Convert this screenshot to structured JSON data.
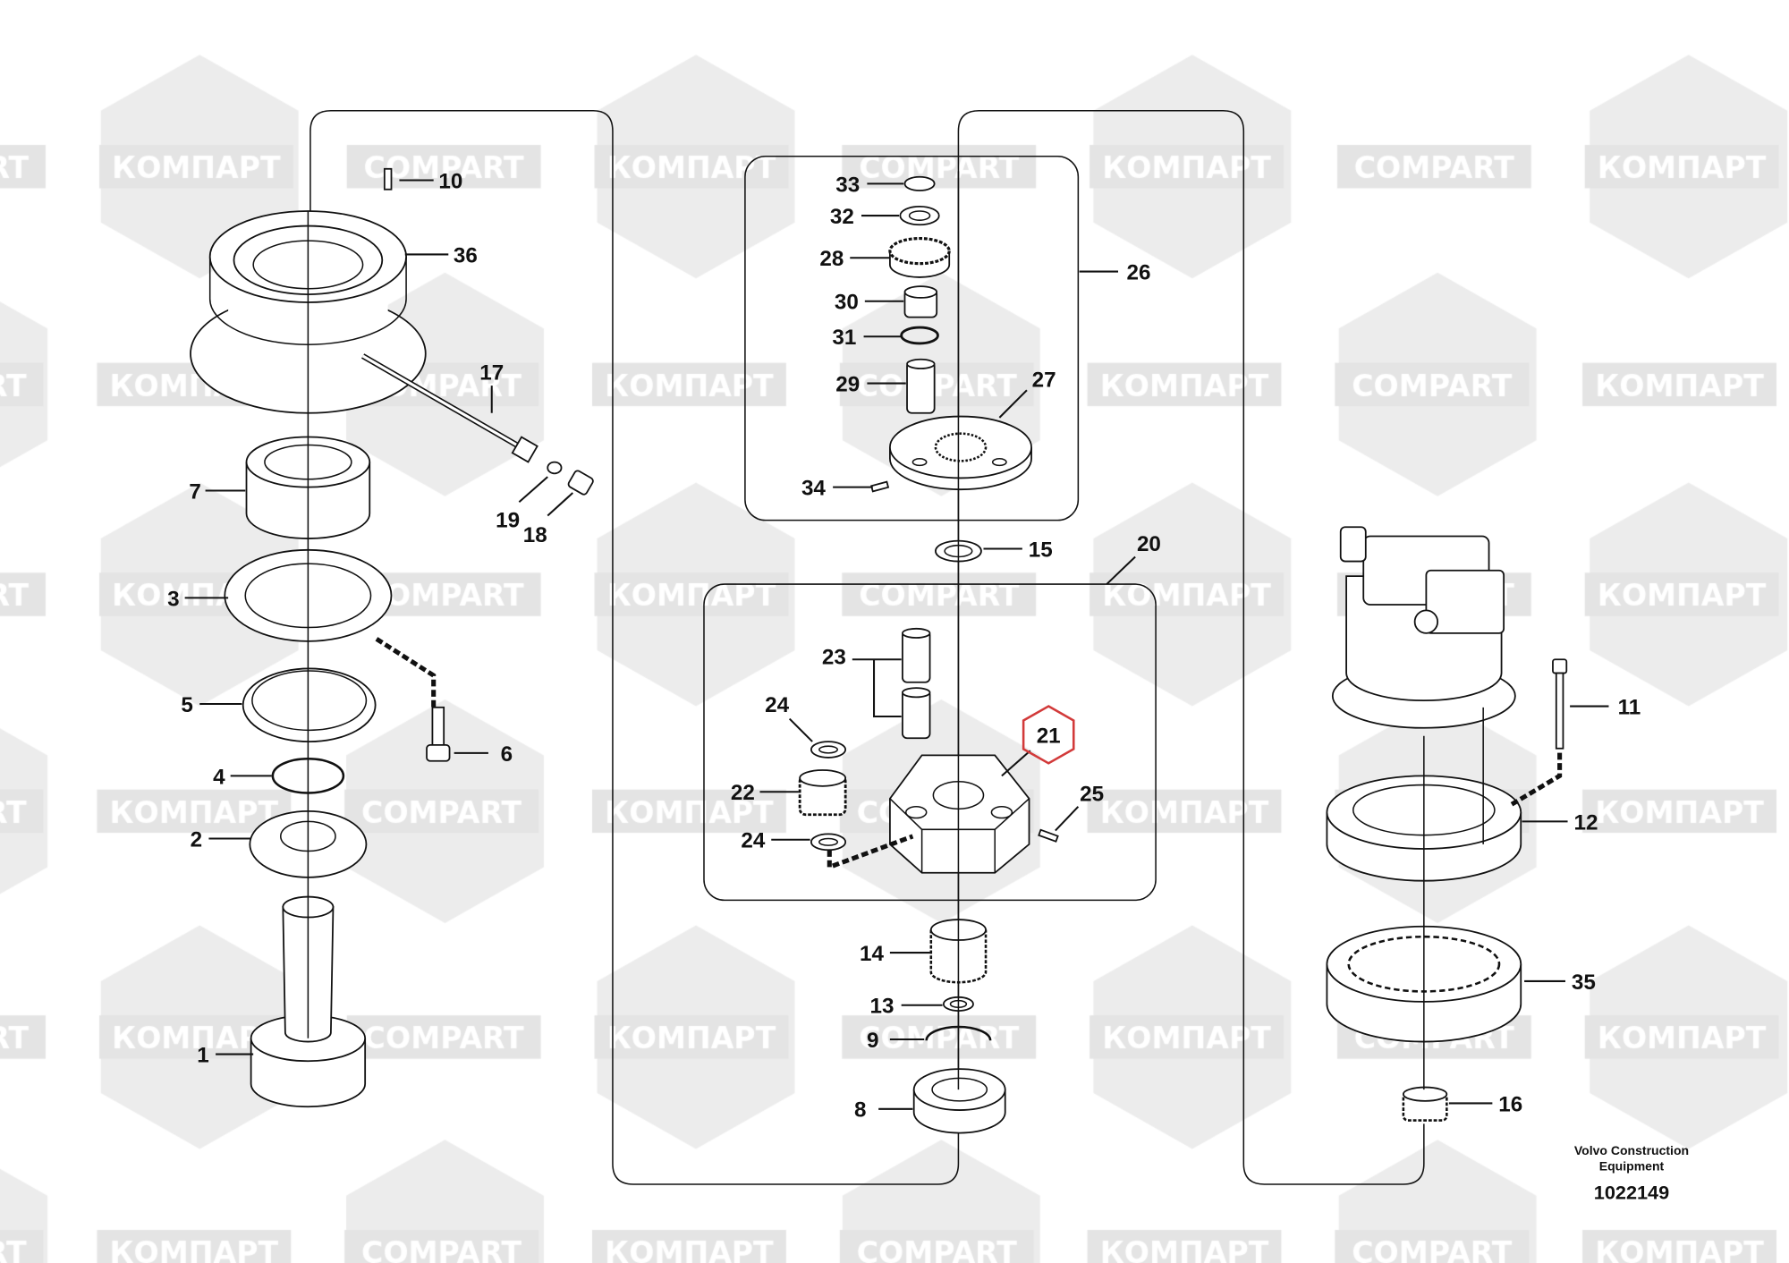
{
  "diagram": {
    "watermark": {
      "text_cyrillic": "КОМПАРТ",
      "text_latin": "COMPART",
      "color": "#e4e4e4"
    },
    "callouts": [
      "10",
      "36",
      "17",
      "7",
      "19",
      "18",
      "3",
      "5",
      "6",
      "4",
      "2",
      "1",
      "33",
      "32",
      "28",
      "30",
      "31",
      "29",
      "27",
      "34",
      "26",
      "15",
      "20",
      "23",
      "24",
      "22",
      "24",
      "21",
      "25",
      "14",
      "13",
      "9",
      "8",
      "11",
      "12",
      "35",
      "16"
    ],
    "highlighted_callout": "21",
    "highlight_color": "#d23a3a",
    "footer": {
      "company_line1": "Volvo Construction",
      "company_line2": "Equipment",
      "drawing_number": "1022149"
    }
  }
}
